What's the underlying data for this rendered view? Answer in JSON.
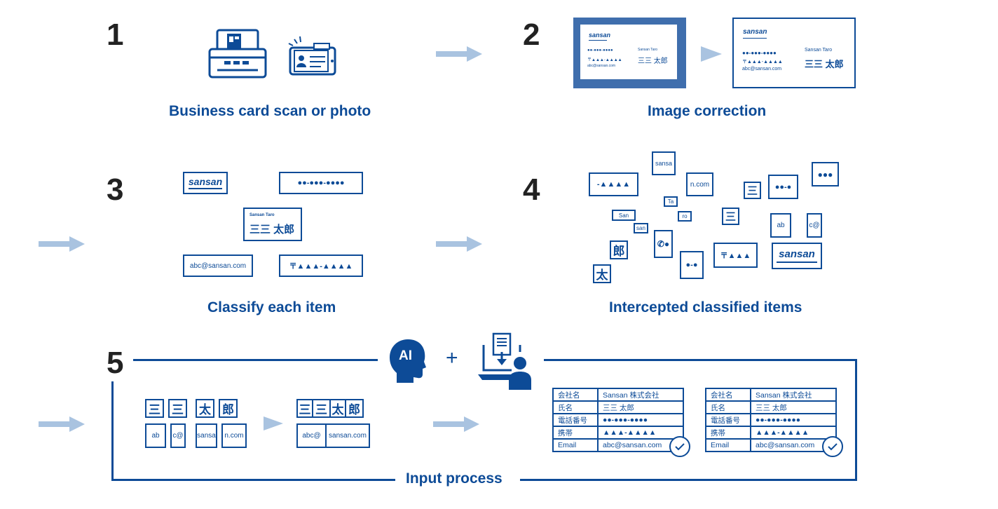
{
  "colors": {
    "primary": "#0d4b97",
    "arrow": "#a9c3e0",
    "number": "#222222"
  },
  "step1": {
    "number": "1",
    "caption": "Business card scan or photo"
  },
  "step2": {
    "number": "2",
    "caption": "Image correction",
    "card": {
      "brand": "sansan",
      "phone": "●●-●●●-●●●●",
      "address": "〒▲▲▲-▲▲▲▲",
      "email": "abc@sansan.com",
      "name_en": "Sansan Taro",
      "name_jp": "三三 太郎"
    }
  },
  "step3": {
    "number": "3",
    "caption": "Classify each item",
    "items": {
      "brand": "sansan",
      "phone": "●●-●●●-●●●●",
      "name_en": "Sansan Taro",
      "name_jp": "三三 太郎",
      "email": "abc@sansan.com",
      "address": "〒▲▲▲-▲▲▲▲"
    }
  },
  "step4": {
    "number": "4",
    "caption": "Intercepted classified items",
    "fragments": {
      "addr1": "-▲▲▲▲",
      "sansa": "sansa",
      "ncom": "n.com",
      "san1": "San",
      "ta": "Ta",
      "ro": "ro",
      "san2": "san",
      "kanji_ro": "郎",
      "kanji_ta": "太",
      "kanji_san1": "三",
      "kanji_san2": "三",
      "dots1": "●●-●",
      "dots2": "●●●",
      "ab": "ab",
      "cat": "c@",
      "dots3": "●-●",
      "addr2": "〒▲▲▲",
      "phone_icon": "●",
      "brand": "sansan"
    }
  },
  "step5": {
    "number": "5",
    "caption": "Input process",
    "ai_label": "AI",
    "plus": "+",
    "fragments": {
      "k1": "三",
      "k2": "三",
      "k3": "太",
      "k4": "郎",
      "ab": "ab",
      "cat": "c@",
      "sansa": "sansa",
      "ncom": "n.com"
    },
    "joined": {
      "k1": "三",
      "k2": "三",
      "k3": "太",
      "k4": "郎",
      "email_a": "abc@",
      "email_b": "sansan.com"
    },
    "table": {
      "rows": [
        {
          "key": "会社名",
          "value": "Sansan 株式会社"
        },
        {
          "key": "氏名",
          "value": "三三 太郎"
        },
        {
          "key": "電話番号",
          "value": "●●-●●●-●●●●"
        },
        {
          "key": "携帯",
          "value": "▲▲▲-▲▲▲▲"
        },
        {
          "key": "Email",
          "value": "abc@sansan.com"
        }
      ]
    }
  }
}
